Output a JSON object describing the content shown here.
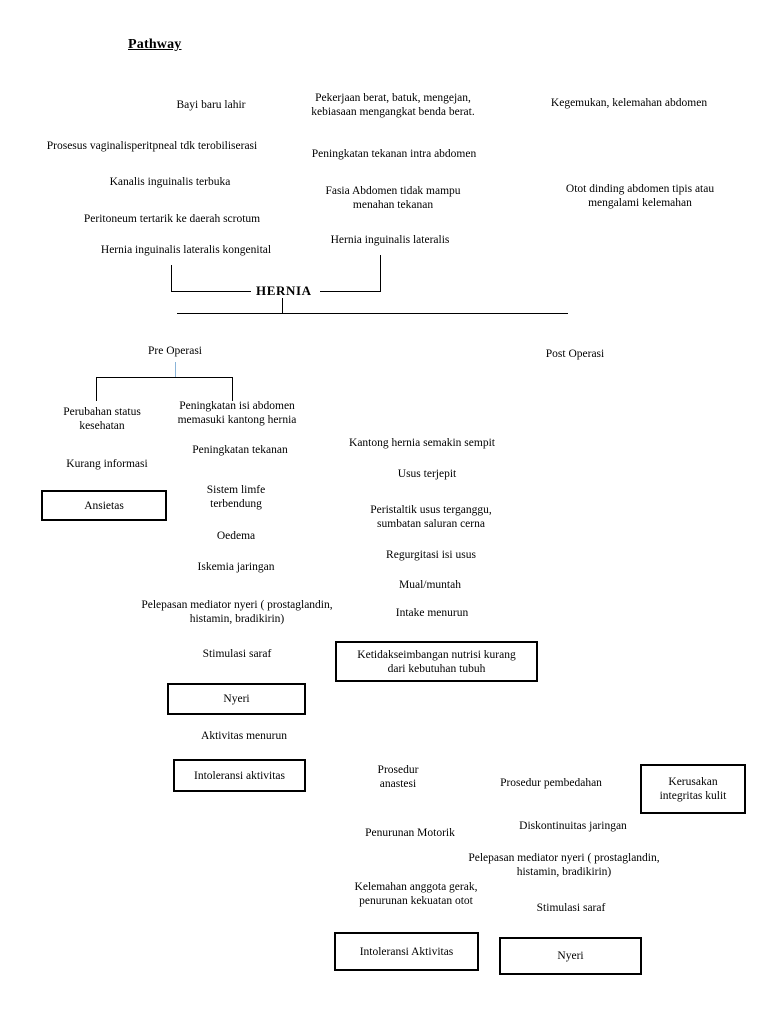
{
  "document": {
    "title": "Pathway"
  },
  "nodes": {
    "bayi_baru_lahir": "Bayi baru lahir",
    "pekerjaan_berat": "Pekerjaan berat, batuk, mengejan,\nkebiasaan mengangkat benda berat.",
    "kegemukan": "Kegemukan, kelemahan abdomen",
    "prosesus_vaginalis": "Prosesus vaginalisperitpneal tdk terobiliserasi",
    "peningkatan_tekanan_intra": "Peningkatan tekanan intra abdomen",
    "kanalis_inguinalis": "Kanalis inguinalis terbuka",
    "fasia_abdomen": "Fasia Abdomen tidak mampu\nmenahan tekanan",
    "otot_dinding": "Otot dinding abdomen tipis atau\nmengalami kelemahan",
    "peritoneum_tertarik": "Peritoneum tertarik ke daerah scrotum",
    "hernia_kongenital": "Hernia inguinalis lateralis kongenital",
    "hernia_lateralis": "Hernia inguinalis lateralis",
    "hernia": "HERNIA",
    "pre_operasi": "Pre Operasi",
    "post_operasi": "Post Operasi",
    "perubahan_status": "Perubahan status\nkesehatan",
    "peningkatan_isi_abdomen": "Peningkatan isi abdomen\nmemasuki kantong hernia",
    "kurang_informasi": "Kurang informasi",
    "peningkatan_tekanan": "Peningkatan tekanan",
    "kantong_hernia_sempit": "Kantong hernia semakin sempit",
    "usus_terjepit": "Usus terjepit",
    "sistem_limfe": "Sistem limfe\nterbendung",
    "peristaltik_usus": "Peristaltik usus terganggu,\nsumbatan saluran cerna",
    "oedema": "Oedema",
    "regurgitasi": "Regurgitasi isi usus",
    "iskemia_jaringan": "Iskemia jaringan",
    "mual_muntah": "Mual/muntah",
    "pelepasan_mediator_1": "Pelepasan mediator nyeri ( prostaglandin,\nhistamin, bradikirin)",
    "intake_menurun": "Intake menurun",
    "stimulasi_saraf_1": "Stimulasi saraf",
    "aktivitas_menurun": "Aktivitas menurun",
    "prosedur_anastesi": "Prosedur\nanastesi",
    "prosedur_pembedahan": "Prosedur pembedahan",
    "penurunan_motorik": "Penurunan Motorik",
    "diskontinuitas": "Diskontinuitas jaringan",
    "pelepasan_mediator_2": "Pelepasan mediator nyeri ( prostaglandin,\nhistamin, bradikirin)",
    "kelemahan_anggota": "Kelemahan anggota gerak,\npenurunan kekuatan otot",
    "stimulasi_saraf_2": "Stimulasi saraf"
  },
  "boxes": {
    "ansietas": "Ansietas",
    "nyeri_pre": "Nyeri",
    "ketidakseimbangan": "Ketidakseimbangan nutrisi kurang\ndari kebutuhan tubuh",
    "intoleransi_aktivitas_pre": "Intoleransi aktivitas",
    "kerusakan_integritas": "Kerusakan\nintegritas kulit",
    "intoleransi_aktivitas_post": "Intoleransi Aktivitas",
    "nyeri_post": "Nyeri"
  },
  "colors": {
    "text": "#000000",
    "background": "#ffffff",
    "line": "#000000",
    "accent_line": "#8ab4d8"
  }
}
